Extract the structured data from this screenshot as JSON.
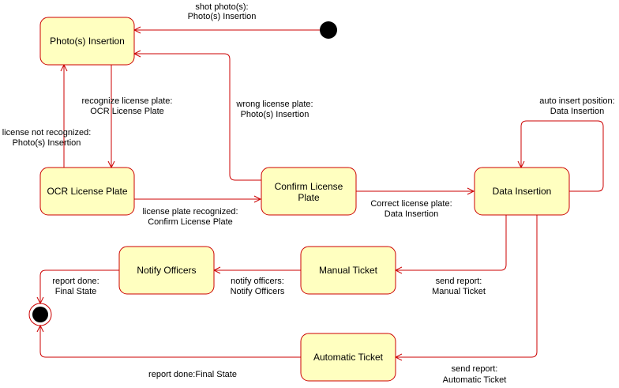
{
  "colors": {
    "state_fill": "#ffffc0",
    "state_stroke": "#cc0000",
    "edge": "#cc0000",
    "node_fill": "#000000"
  },
  "states": {
    "photo_insertion": "Photo(s) Insertion",
    "ocr_license_plate": "OCR License Plate",
    "confirm_license_plate": [
      "Confirm License",
      "Plate"
    ],
    "data_insertion": "Data Insertion",
    "manual_ticket": "Manual Ticket",
    "notify_officers": "Notify Officers",
    "automatic_ticket": "Automatic Ticket"
  },
  "transitions": {
    "initial_to_photo": [
      "shot photo(s):",
      "Photo(s) Insertion"
    ],
    "photo_to_ocr": [
      "recognize license plate:",
      "OCR License Plate"
    ],
    "ocr_to_photo": [
      "license not recognized:",
      "Photo(s) Insertion"
    ],
    "ocr_to_confirm": [
      "license plate recognized:",
      "Confirm License Plate"
    ],
    "confirm_to_photo": [
      "wrong license plate:",
      "Photo(s) Insertion"
    ],
    "confirm_to_data": [
      "Correct license plate:",
      "Data Insertion"
    ],
    "data_self": [
      "auto insert position:",
      "Data Insertion"
    ],
    "data_to_manual": [
      "send report:",
      "Manual Ticket"
    ],
    "manual_to_notify": [
      "notify officers:",
      "Notify Officers"
    ],
    "notify_to_final": [
      "report done:",
      "Final State"
    ],
    "data_to_automatic": [
      "send report:",
      "Automatic Ticket"
    ],
    "automatic_to_final": "report done:Final State"
  }
}
